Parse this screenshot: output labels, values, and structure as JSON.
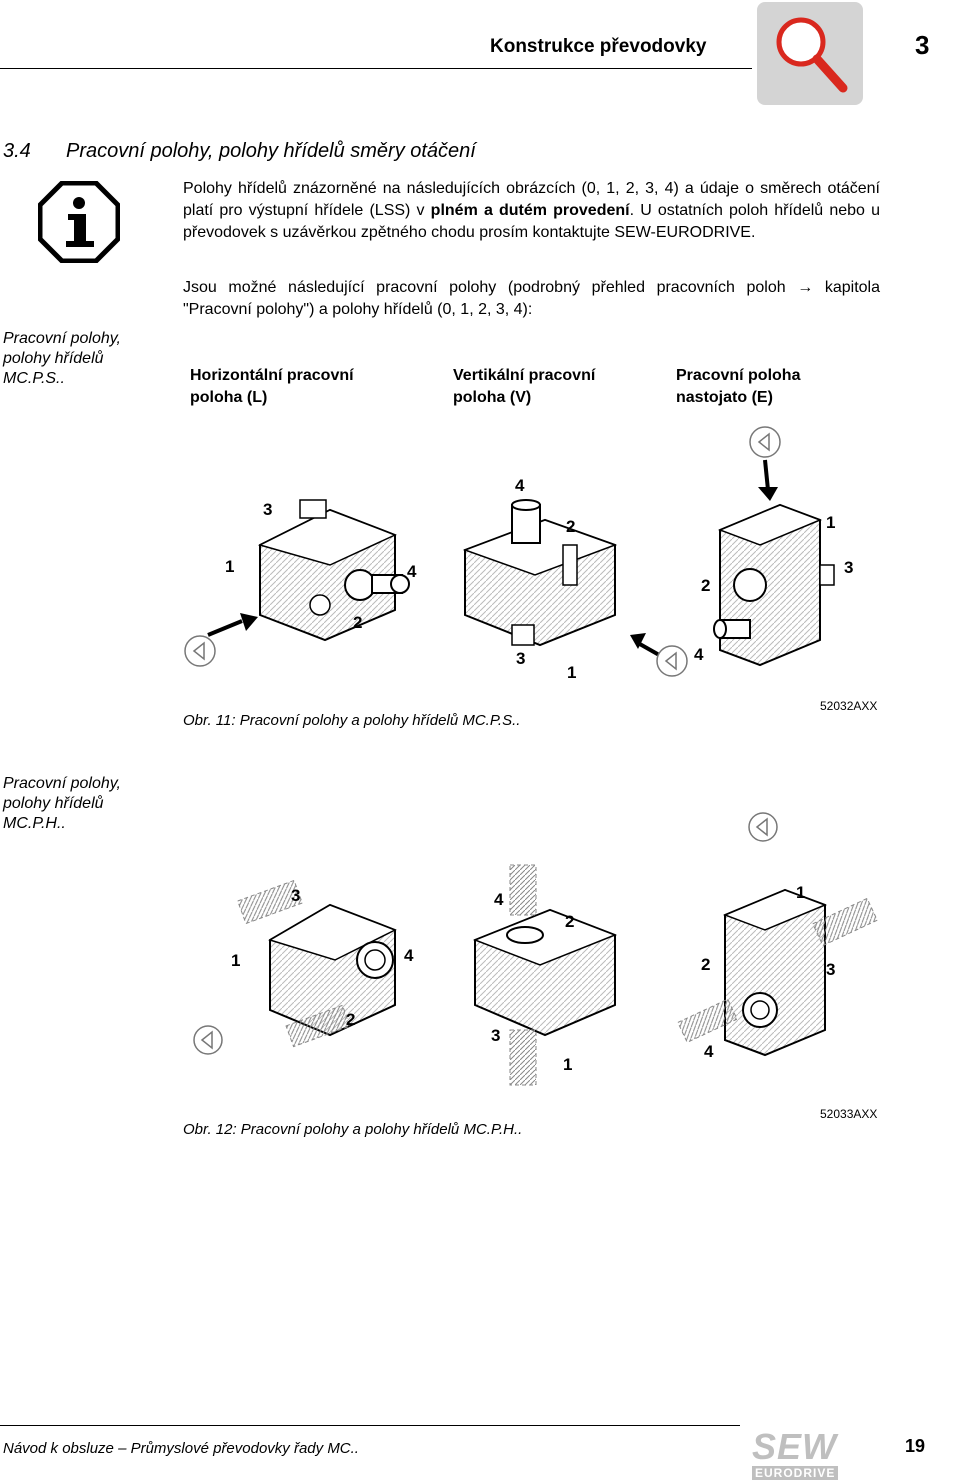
{
  "header": {
    "title": "Konstrukce převodovky",
    "chapter": "3"
  },
  "section": {
    "number": "3.4",
    "title": "Pracovní polohy, polohy hřídelů směry otáčení"
  },
  "sidebar": {
    "label1_line1": "Pracovní polohy,",
    "label1_line2": "polohy hřídelů",
    "label1_line3": "MC.P.S..",
    "label2_line1": "Pracovní polohy,",
    "label2_line2": "polohy hřídelů",
    "label2_line3": "MC.P.H.."
  },
  "body": {
    "p1_a": "Polohy hřídelů znázorněné na následujících obrázcích (0, 1, 2, 3, 4) a údaje o směrech otáčení platí pro výstupní hřídele (LSS) v ",
    "p1_bold": "plném a dutém provedení",
    "p1_b": ". U ostatních poloh hřídelů nebo u převodovek s uzávěrkou zpětného chodu prosím kontaktujte SEW-EURODRIVE.",
    "p2": "Jsou možné následující pracovní polohy (podrobný přehled pracovních poloh → kapitola \"Pracovní polohy\") a polohy hřídelů (0, 1, 2, 3, 4):"
  },
  "columns": {
    "h1_line1": "Horizontální pracovní",
    "h1_line2": "poloha (L)",
    "h2_line1": "Vertikální pracovní",
    "h2_line2": "poloha (V)",
    "h3_line1": "Pracovní poloha",
    "h3_line2": "nastojato (E)"
  },
  "figure1": {
    "caption": "Obr. 11: Pracovní polohy a polohy hřídelů MC.P.S..",
    "code": "52032AXX",
    "labels": [
      "3",
      "1",
      "4",
      "2",
      "4",
      "2",
      "3",
      "1",
      "1",
      "2",
      "3",
      "4"
    ]
  },
  "figure2": {
    "caption": "Obr. 12: Pracovní polohy a polohy hřídelů MC.P.H..",
    "code": "52033AXX",
    "labels": [
      "3",
      "1",
      "4",
      "2",
      "4",
      "2",
      "3",
      "1",
      "1",
      "2",
      "3",
      "4"
    ]
  },
  "footer": {
    "text": "Návod k obsluze – Průmyslové převodovky řady MC..",
    "page": "19",
    "logo_top": "SEW",
    "logo_bottom": "EURODRIVE"
  },
  "icons": [
    "magnifier-icon",
    "info-icon",
    "eye-symbol-icon",
    "arrow-icon"
  ]
}
